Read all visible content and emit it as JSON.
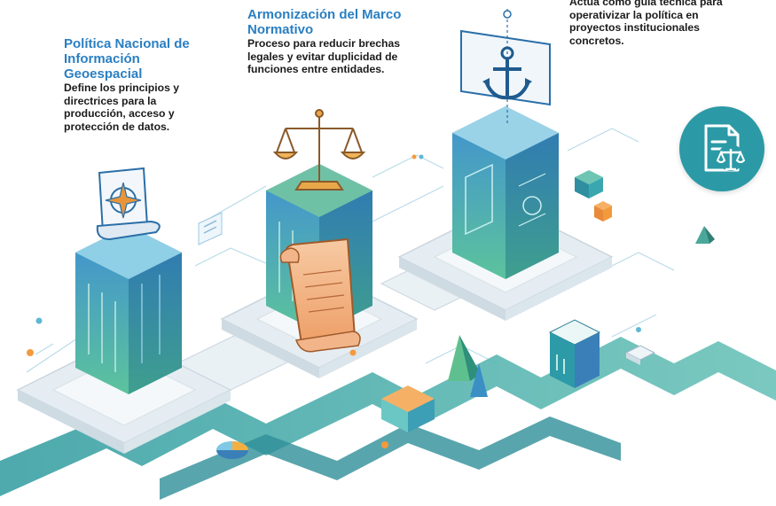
{
  "steps": [
    {
      "title": "Política Nacional de Información Geoespacial",
      "description": "Define los principios y directrices para la producción, acceso y protección de datos.",
      "icon": "compass-rose-scroll-icon"
    },
    {
      "title": "Armonización del Marco Normativo",
      "description": "Proceso para reducir brechas legales y evitar duplicidad de funciones entre entidades.",
      "icon": "scales-of-justice-icon"
    },
    {
      "title": "",
      "description": "Actúa como guía técnica para operativizar la política en proyectos institucionales concretos.",
      "icon": "anchor-blueprint-icon"
    }
  ],
  "badge_icon": "legal-document-scales-icon",
  "colors": {
    "title_blue": "#2a7fc2",
    "teal": "#2b9aa6",
    "tower_blue": "#3a8fd0",
    "tower_green": "#5fc09a",
    "path_teal": "#3fa7a8",
    "platform": "#eef3f6",
    "accent_orange": "#f39a3c"
  }
}
